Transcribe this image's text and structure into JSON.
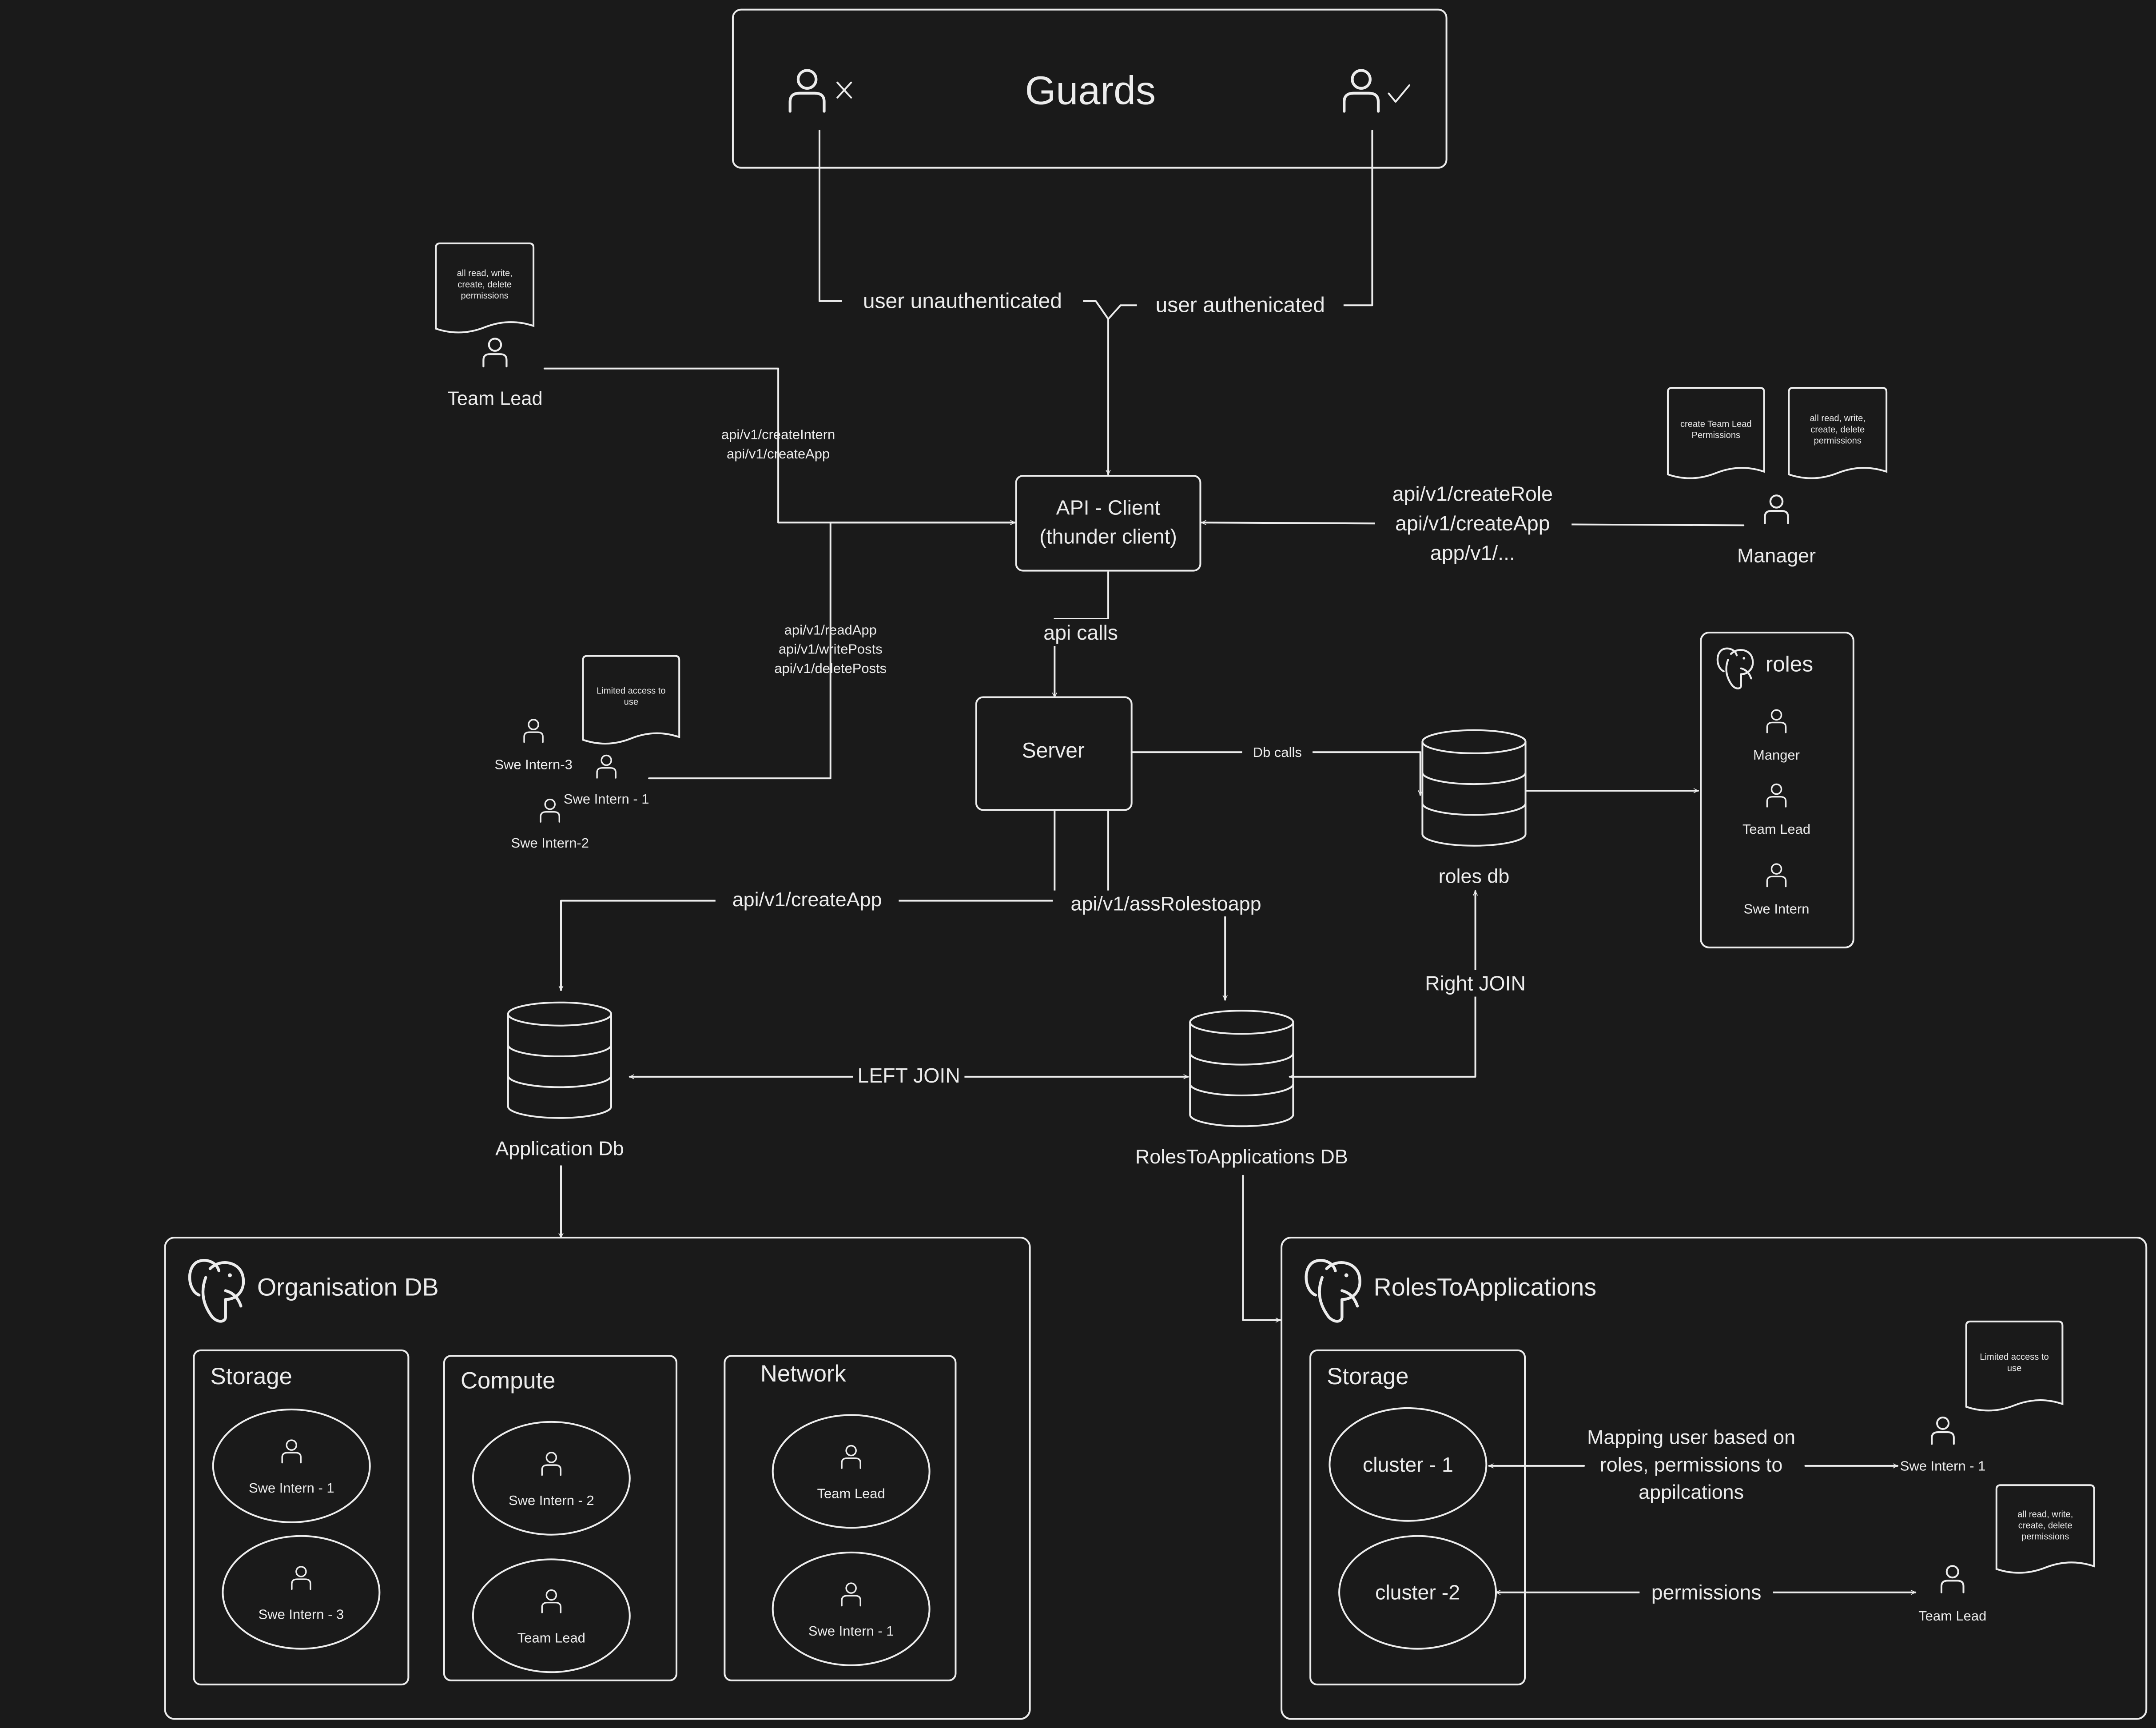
{
  "guards": {
    "title": "Guards"
  },
  "flows": {
    "unauthenticated": "user unauthenticated",
    "authenticated": "user authenicated",
    "team_lead_endpoints": [
      "api/v1/createIntern",
      "api/v1/createApp"
    ],
    "manager_endpoints": [
      "api/v1/createRole",
      "api/v1/createApp",
      "app/v1/..."
    ],
    "intern_endpoints": [
      "api/v1/readApp",
      "api/v1/writePosts",
      "api/v1/deletePosts"
    ],
    "api_calls": "api calls",
    "db_calls": "Db calls",
    "create_app": "api/v1/createApp",
    "ass_roles": "api/v1/assRolestoapp",
    "left_join": "LEFT JOIN",
    "right_join": "Right JOIN",
    "mapping": [
      "Mapping user based on",
      "roles, permissions to",
      "appilcations"
    ],
    "permissions": "permissions"
  },
  "api_client": {
    "line1": "API - Client",
    "line2": "(thunder client)"
  },
  "server": {
    "label": "Server"
  },
  "actors": {
    "team_lead": {
      "label": "Team Lead",
      "note": [
        "all read, write,",
        "create, delete",
        "permissions"
      ]
    },
    "manager": {
      "label": "Manager",
      "note_a": [
        "create Team Lead",
        "Permissions"
      ],
      "note_b": [
        "all read, write,",
        "create, delete",
        "permissions"
      ]
    },
    "interns": {
      "intern3": "Swe Intern-3",
      "intern1": "Swe Intern - 1",
      "intern2": "Swe Intern-2",
      "note": [
        "Limited access to",
        "use"
      ]
    }
  },
  "databases": {
    "roles_db": "roles db",
    "application_db": "Application Db",
    "roles_to_app_db": "RolesToApplications DB"
  },
  "roles_panel": {
    "title": "roles",
    "members": [
      "Manger",
      "Team Lead",
      "Swe Intern"
    ]
  },
  "org_db": {
    "title": "Organisation DB",
    "storage": {
      "title": "Storage",
      "members": [
        "Swe Intern - 1",
        "Swe Intern - 3"
      ]
    },
    "compute": {
      "title": "Compute",
      "members": [
        "Swe Intern - 2",
        "Team Lead"
      ]
    },
    "network": {
      "title": "Network",
      "members": [
        "Team Lead",
        "Swe Intern - 1"
      ]
    }
  },
  "rta_panel": {
    "title": "RolesToApplications",
    "storage": {
      "title": "Storage",
      "cluster1": "cluster - 1",
      "cluster2": "cluster -2"
    },
    "intern": {
      "label": "Swe Intern - 1",
      "note": [
        "Limited access to",
        "use"
      ]
    },
    "lead": {
      "label": "Team Lead",
      "note": [
        "all read, write,",
        "create, delete",
        "permissions"
      ]
    }
  }
}
